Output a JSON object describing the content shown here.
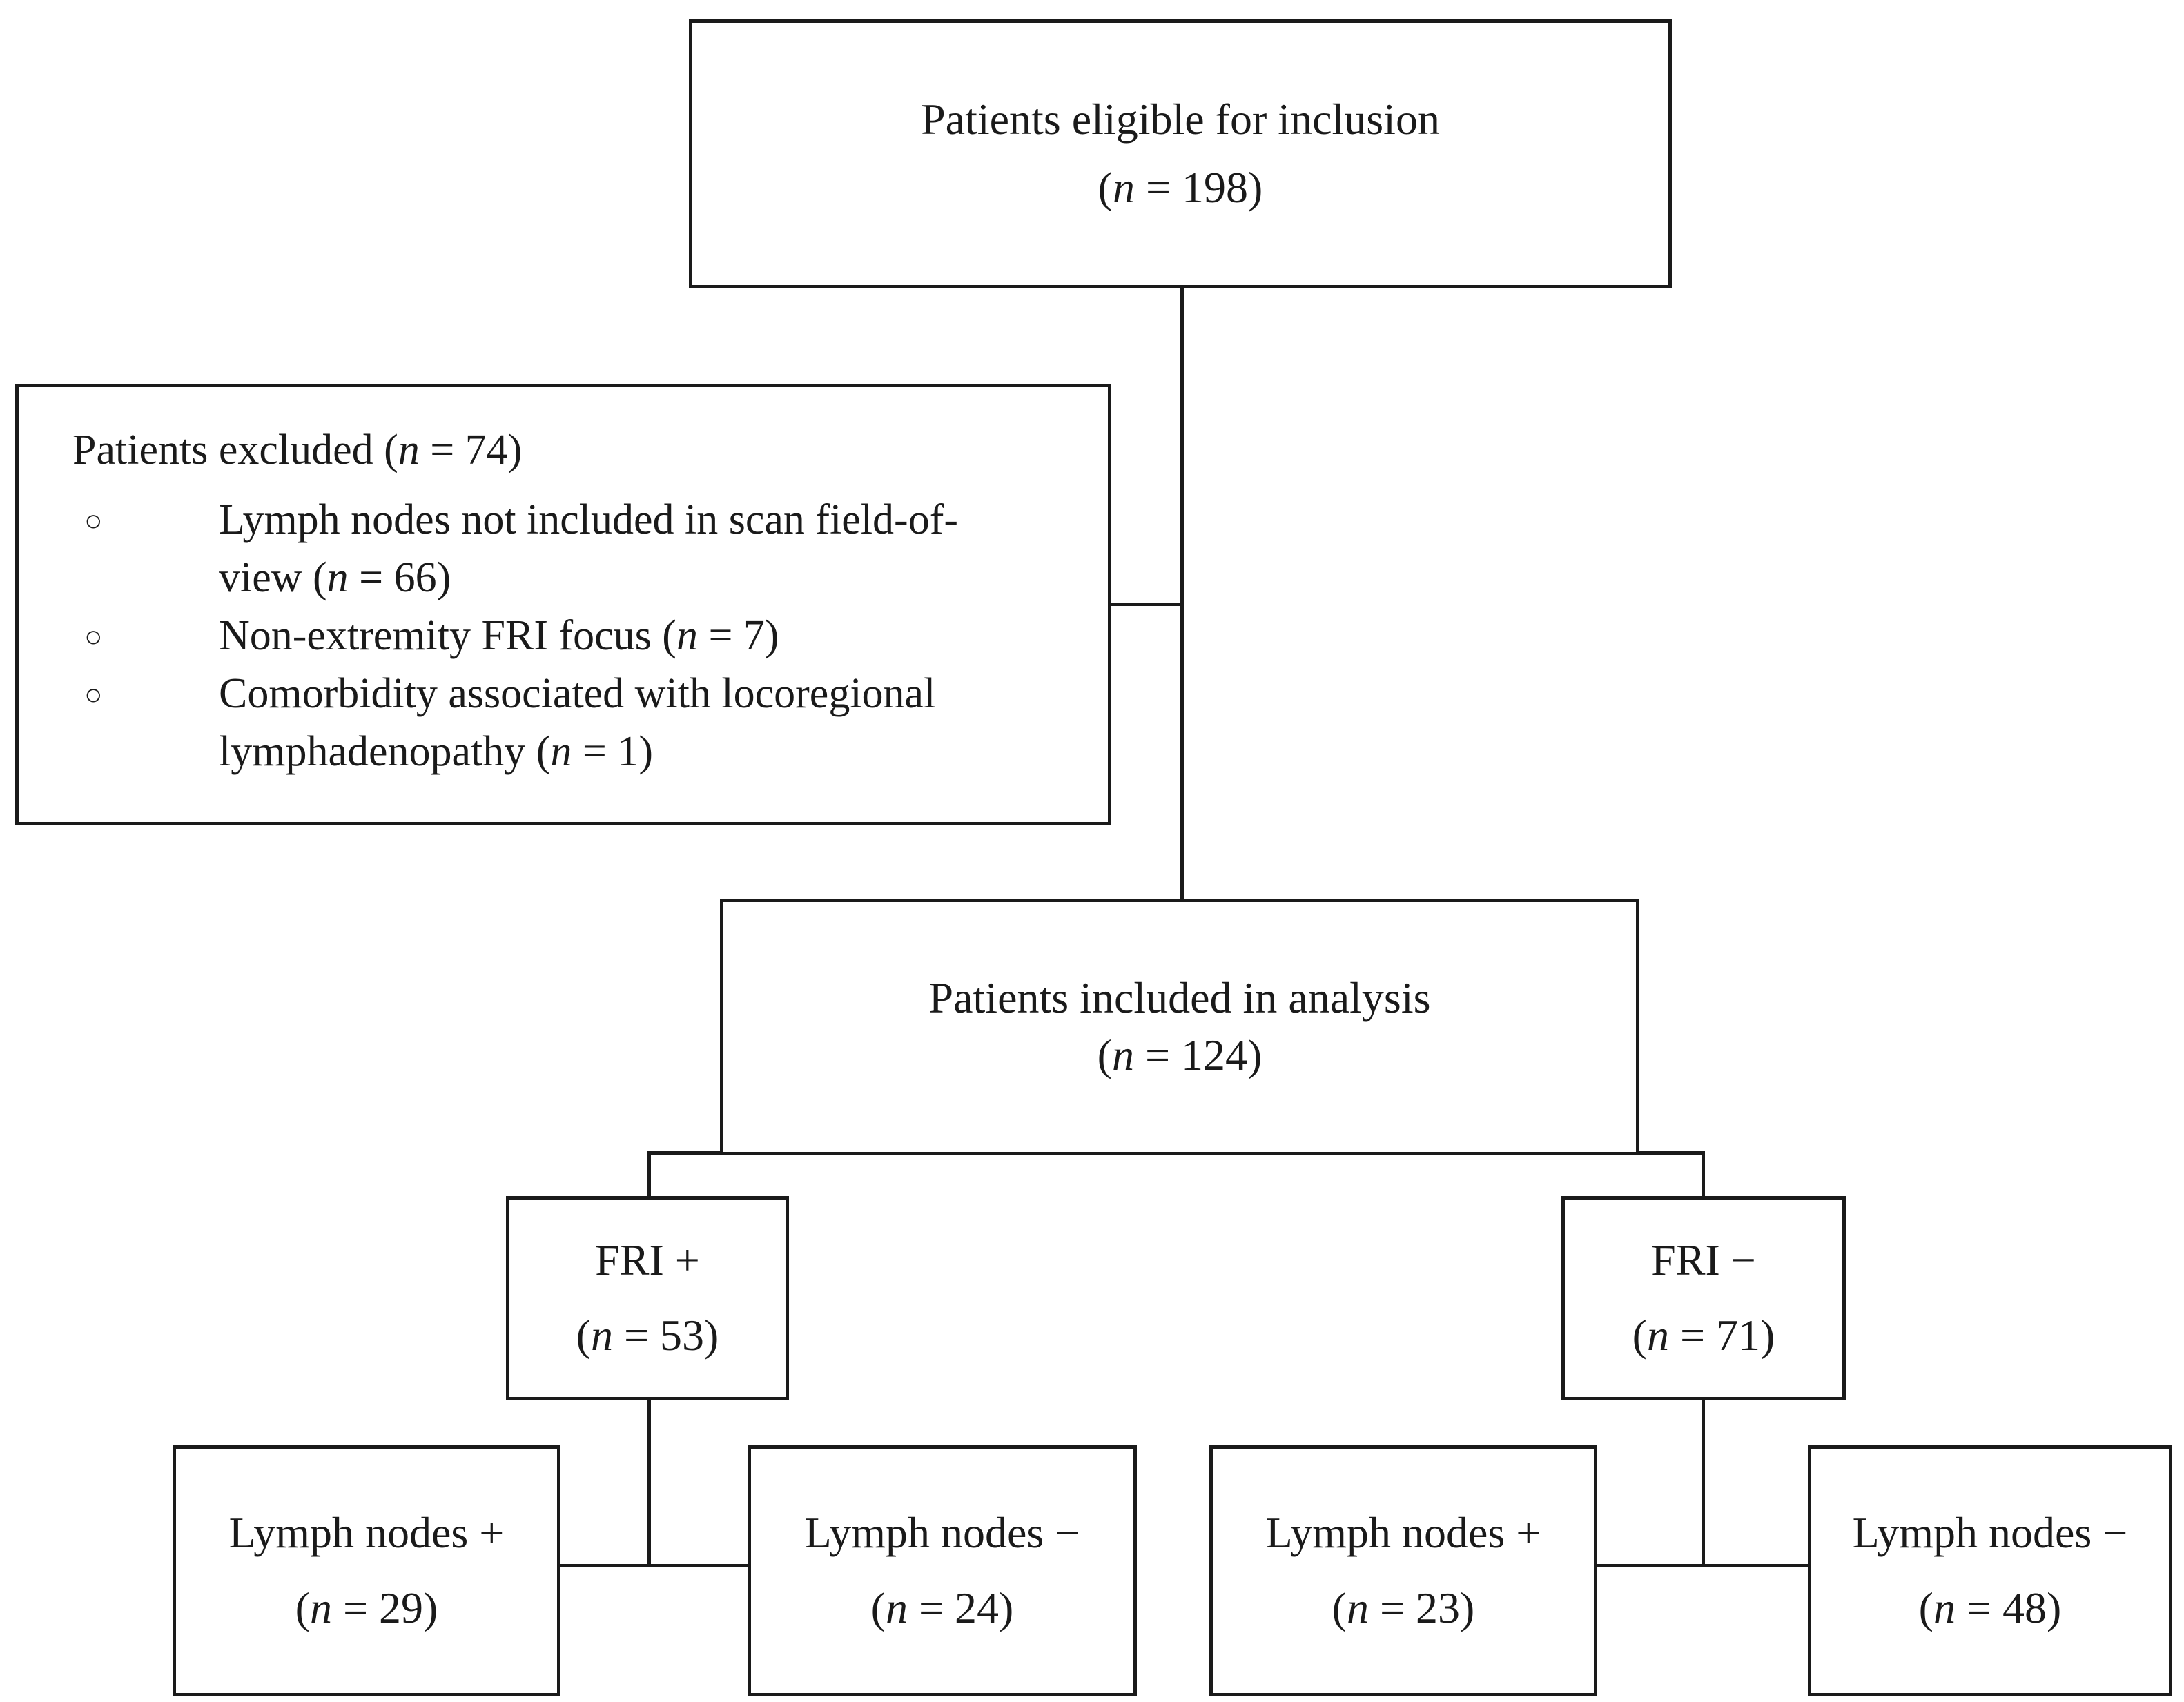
{
  "nodes": {
    "eligible": {
      "label": "Patients eligible for inclusion",
      "n_prefix": "(",
      "n_var": "n",
      "n_value": " = 198)"
    },
    "excluded": {
      "title_text": "Patients excluded (",
      "title_var": "n",
      "title_value": " = 74)",
      "bullet_glyph": "○",
      "items": [
        {
          "text_line1": "Lymph nodes not included in scan field-of-",
          "text_line2_pre": "view (",
          "var": "n",
          "value": " = 66)"
        },
        {
          "text_line1_pre": "Non-extremity FRI focus (",
          "var": "n",
          "value": " = 7)"
        },
        {
          "text_line1": "Comorbidity associated with locoregional",
          "text_line2_pre": "lymphadenopathy (",
          "var": "n",
          "value": " = 1)"
        }
      ]
    },
    "included": {
      "label": "Patients included in analysis",
      "n_prefix": "(",
      "n_var": "n",
      "n_value": " = 124)"
    },
    "fri_pos": {
      "label": "FRI +",
      "n_prefix": "(",
      "n_var": "n",
      "n_value": " = 53)"
    },
    "fri_neg": {
      "label": "FRI −",
      "n_prefix": "(",
      "n_var": "n",
      "n_value": " = 71)"
    },
    "pos_ln_pos": {
      "label": "Lymph nodes +",
      "n_prefix": "(",
      "n_var": "n",
      "n_value": " = 29)"
    },
    "pos_ln_neg": {
      "label": "Lymph nodes −",
      "n_prefix": "(",
      "n_var": "n",
      "n_value": " = 24)"
    },
    "neg_ln_pos": {
      "label": "Lymph nodes +",
      "n_prefix": "(",
      "n_var": "n",
      "n_value": " = 23)"
    },
    "neg_ln_neg": {
      "label": "Lymph nodes −",
      "n_prefix": "(",
      "n_var": "n",
      "n_value": " = 48)"
    }
  },
  "colors": {
    "line": "#1a1a1a",
    "background": "#ffffff"
  }
}
